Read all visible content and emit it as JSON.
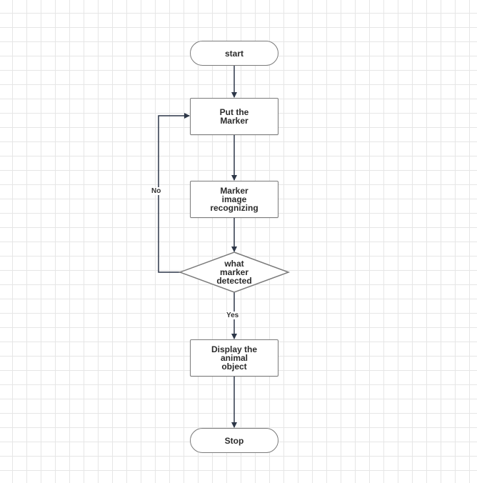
{
  "diagram": {
    "colors": {
      "background": "#ffffff",
      "grid": "#e6e6e6",
      "node_border": "#7a7a7a",
      "edge": "#2d3748",
      "text": "#2b2b2b"
    },
    "nodes": {
      "start": {
        "shape": "terminal",
        "label": "start"
      },
      "put_marker": {
        "shape": "process",
        "label": "Put the\nMarker"
      },
      "recognizing": {
        "shape": "process",
        "label": "Marker\nimage\nrecognizing"
      },
      "decision": {
        "shape": "decision",
        "label": "what\nmarker\ndetected"
      },
      "display": {
        "shape": "process",
        "label": "Display the\nanimal\nobject"
      },
      "stop": {
        "shape": "terminal",
        "label": "Stop"
      }
    },
    "edges": [
      {
        "from": "start",
        "to": "put_marker",
        "label": ""
      },
      {
        "from": "put_marker",
        "to": "recognizing",
        "label": ""
      },
      {
        "from": "recognizing",
        "to": "decision",
        "label": ""
      },
      {
        "from": "decision",
        "to": "display",
        "label": "Yes"
      },
      {
        "from": "display",
        "to": "stop",
        "label": ""
      },
      {
        "from": "decision",
        "to": "put_marker",
        "label": "No"
      }
    ]
  }
}
